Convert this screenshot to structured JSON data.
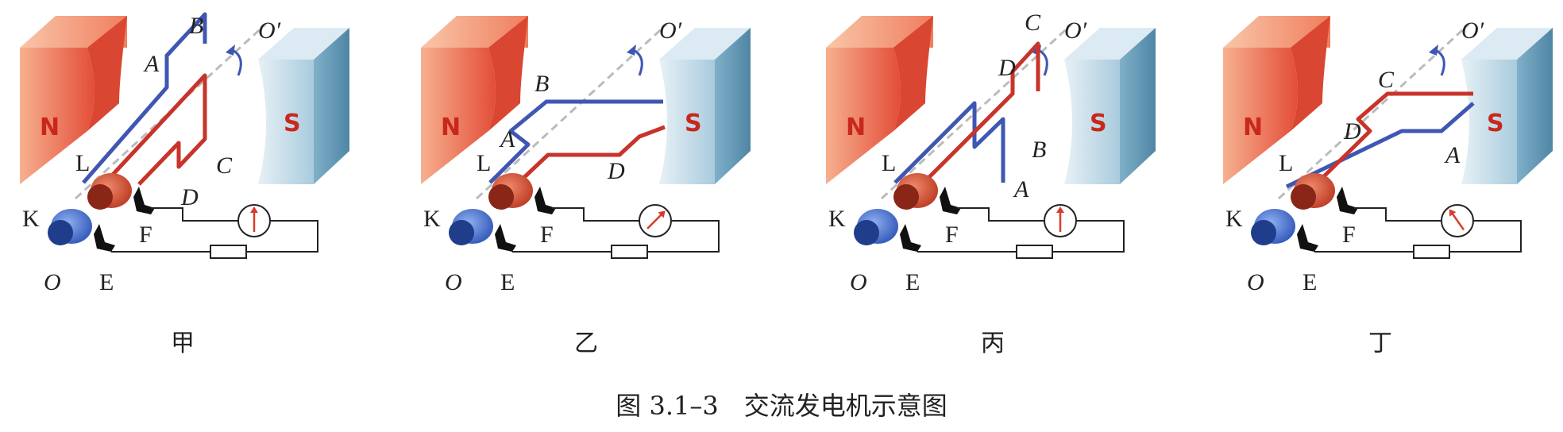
{
  "caption": "图 3.1–3　交流发电机示意图",
  "colors": {
    "magnet_n": "#e8553f",
    "magnet_n_light": "#f6a384",
    "magnet_s": "#6fa4c0",
    "magnet_s_light": "#cfe3ee",
    "wire_red": "#c8332a",
    "wire_blue": "#3f57b3",
    "ring_red": "#cf4a36",
    "ring_blue": "#3c66c8",
    "circuit": "#222222",
    "meter_needle": "#d93a2c"
  },
  "panels": [
    {
      "subtitle": "甲",
      "pole_n": "N",
      "pole_s": "S",
      "labels": {
        "axis_start": "O",
        "axis_end": "O′",
        "ring_left": "K",
        "ring_right": "L",
        "brush_e": "E",
        "brush_f": "F",
        "a": "A",
        "b": "B",
        "c": "C",
        "d": "D"
      },
      "meter_needle": "up"
    },
    {
      "subtitle": "乙",
      "pole_n": "N",
      "pole_s": "S",
      "labels": {
        "axis_start": "O",
        "axis_end": "O′",
        "ring_left": "K",
        "ring_right": "L",
        "brush_e": "E",
        "brush_f": "F",
        "a": "A",
        "b": "B",
        "c": "",
        "d": "D"
      },
      "meter_needle": "right"
    },
    {
      "subtitle": "丙",
      "pole_n": "N",
      "pole_s": "S",
      "labels": {
        "axis_start": "O",
        "axis_end": "O′",
        "ring_left": "K",
        "ring_right": "L",
        "brush_e": "E",
        "brush_f": "F",
        "a": "A",
        "b": "B",
        "c": "C",
        "d": "D"
      },
      "meter_needle": "up"
    },
    {
      "subtitle": "丁",
      "pole_n": "N",
      "pole_s": "S",
      "labels": {
        "axis_start": "O",
        "axis_end": "O′",
        "ring_left": "K",
        "ring_right": "L",
        "brush_e": "E",
        "brush_f": "F",
        "a": "A",
        "b": "",
        "c": "C",
        "d": "D"
      },
      "meter_needle": "left"
    }
  ]
}
